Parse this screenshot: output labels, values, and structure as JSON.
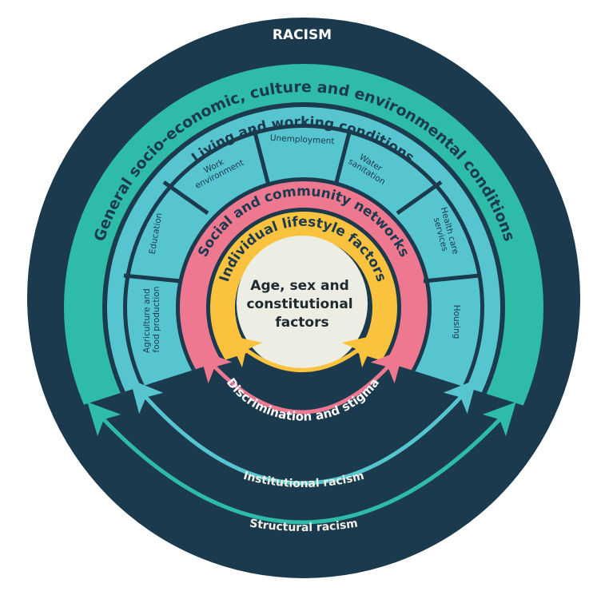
{
  "title": "RACISM",
  "colors": {
    "navy": "#1b3a4e",
    "teal": "#2ebba8",
    "cyan": "#56c5cf",
    "pink": "#ef7891",
    "yellow": "#fbc33d",
    "core": "#eceee3",
    "white": "#ffffff"
  },
  "rings": {
    "general": "General socio-economic, culture and environmental conditions",
    "living": "Living and working conditions",
    "social": "Social and community networks",
    "individual": "Individual lifestyle factors",
    "core_lines": [
      "Age, sex and",
      "constitutional",
      "factors"
    ]
  },
  "segments": [
    {
      "id": "agriculture",
      "lines": [
        "Agriculture and",
        "food production"
      ]
    },
    {
      "id": "education",
      "lines": [
        "Education"
      ]
    },
    {
      "id": "work",
      "lines": [
        "Work",
        "environment"
      ]
    },
    {
      "id": "unemployment",
      "lines": [
        "Unemployment"
      ]
    },
    {
      "id": "water",
      "lines": [
        "Water",
        "sanitation"
      ]
    },
    {
      "id": "health",
      "lines": [
        "Health care",
        "services"
      ]
    },
    {
      "id": "housing",
      "lines": [
        "Housing"
      ]
    }
  ],
  "arcs": {
    "discrimination": "Discrimination and stigma",
    "institutional": "Institutional racism",
    "structural": "Structural racism"
  }
}
